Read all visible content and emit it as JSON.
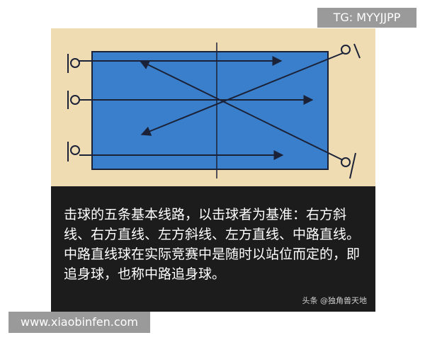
{
  "top_tag": "TG: MYYJJPP",
  "bottom_tag": "www.xiaobinfen.com",
  "diagram": {
    "shot_paths": [
      "右方斜线",
      "右方直线",
      "左方斜线",
      "左方直线",
      "中路直线"
    ]
  },
  "caption": {
    "paragraph_1": "击球的五条基本线路，以击球者为基准：右方斜线、右方直线、左方斜线、左方直线、中路直线。",
    "paragraph_2": "中路直线球在实际竞赛中是随时以站位而定的，即追身球，也称中路追身球。"
  },
  "watermark": "头条 @独角兽天地",
  "colors": {
    "table_fill": "#3a7fcb",
    "background_panel": "#f0dcb2",
    "caption_bg": "#1c1c1c",
    "arrow": "#1b2238"
  }
}
